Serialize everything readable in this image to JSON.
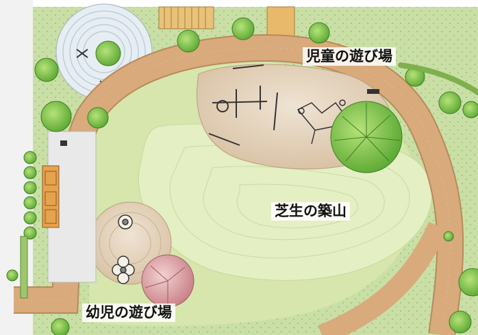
{
  "labels": {
    "children_play_area": "児童の遊び場",
    "lawn_mound": "芝生の築山",
    "toddler_play_area": "幼児の遊び場"
  },
  "colors": {
    "path": "#d7a97a",
    "path_edge": "#b88a5a",
    "lawn": "#d9e8b3",
    "grass": "#c7dea3",
    "mound": "#e7f0c8",
    "play_ground": "#e4d4c0",
    "tree": "#7cc34a",
    "tree_dark": "#4f9a2c",
    "blossom_tree": "#e3a6a6",
    "paving": "#e8e8e8"
  },
  "icons": [
    "tree-icon",
    "play-equipment-icon",
    "flower-play-icon",
    "bench-icon"
  ]
}
